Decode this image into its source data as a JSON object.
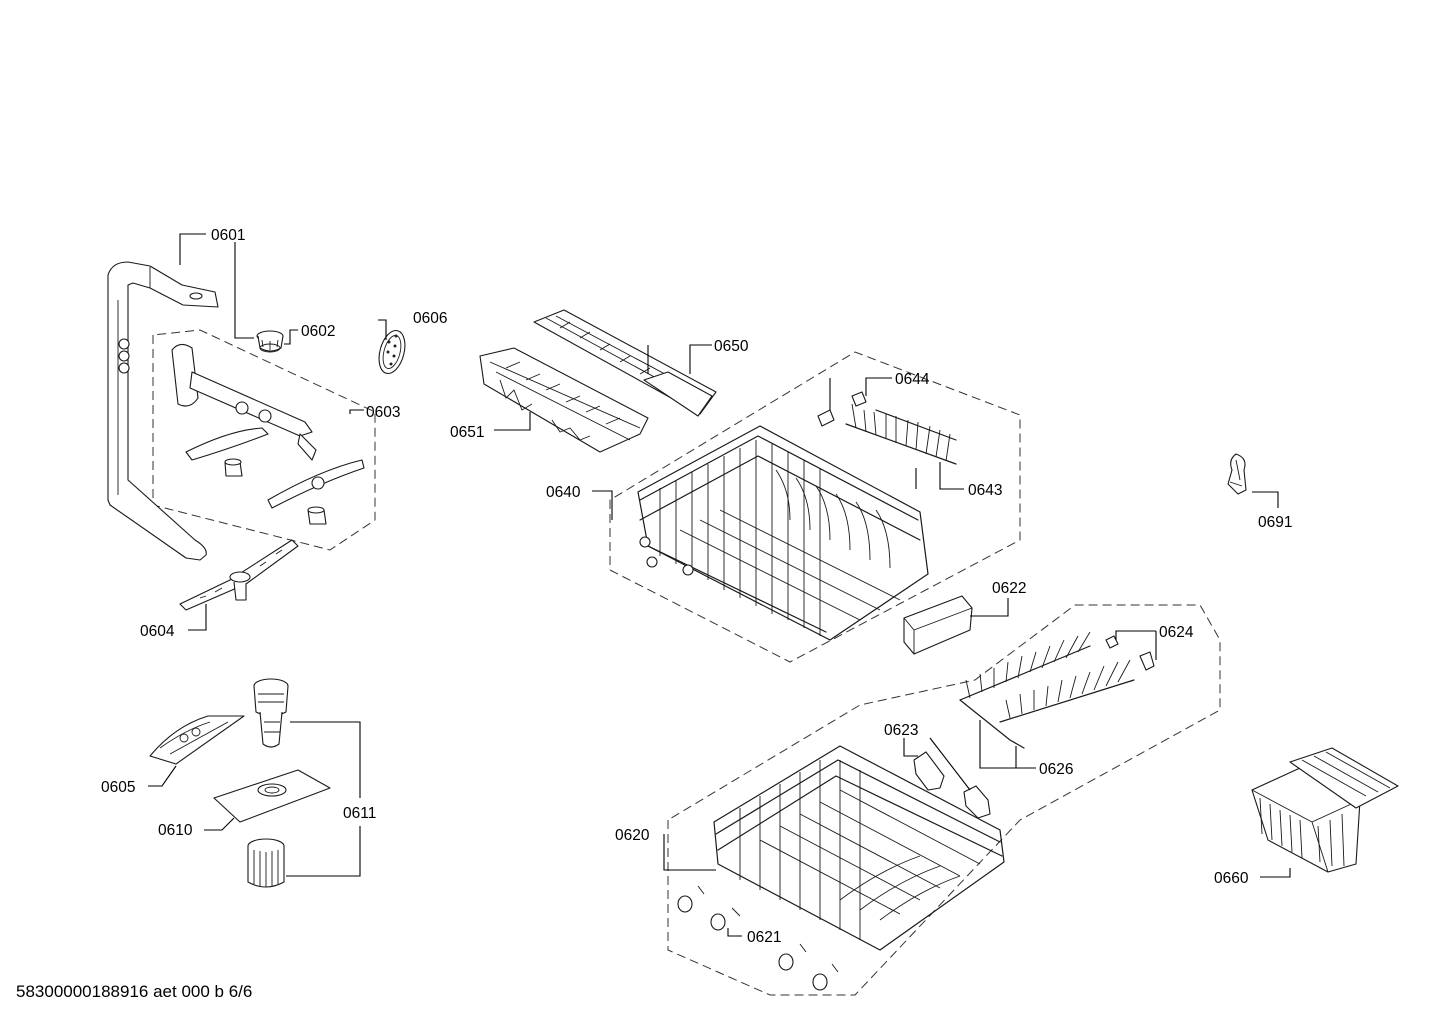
{
  "drawing_id": "58300000188916 aet 000 b 6/6",
  "callouts": {
    "p0601": "0601",
    "p0602": "0602",
    "p0603": "0603",
    "p0604": "0604",
    "p0605": "0605",
    "p0606": "0606",
    "p0610": "0610",
    "p0611": "0611",
    "p0620": "0620",
    "p0621": "0621",
    "p0622": "0622",
    "p0623": "0623",
    "p0624": "0624",
    "p0626": "0626",
    "p0640": "0640",
    "p0643": "0643",
    "p0644": "0644",
    "p0650": "0650",
    "p0651": "0651",
    "p0660": "0660",
    "p0691": "0691"
  }
}
